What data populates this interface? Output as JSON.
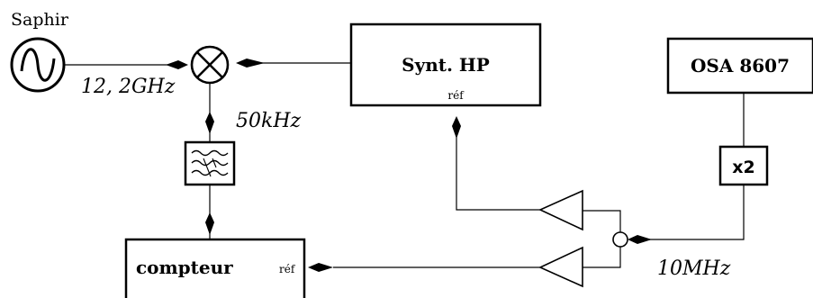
{
  "source": {
    "label": "Saphir",
    "frequency": "12, 2GHz"
  },
  "mixer_output": "50kHz",
  "synth": {
    "title": "Synt. HP",
    "ref": "réf"
  },
  "osa": {
    "title": "OSA 8607"
  },
  "doubler": {
    "label": "x2"
  },
  "counter": {
    "title": "compteur",
    "ref": "réf"
  },
  "reference": {
    "frequency": "10MHz"
  }
}
